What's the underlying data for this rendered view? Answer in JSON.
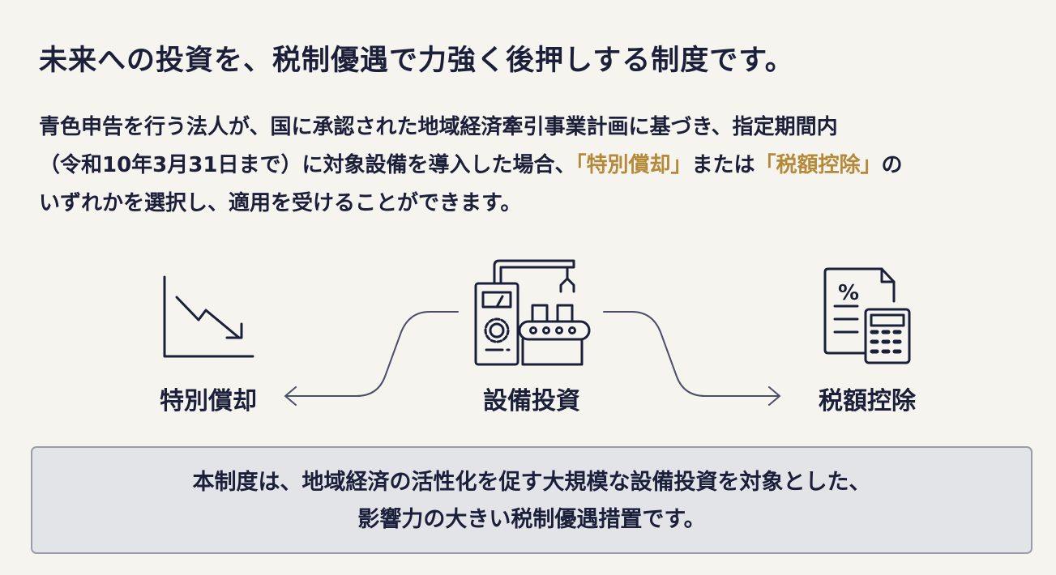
{
  "title": "未来への投資を、税制優遇で力強く後押しする制度です。",
  "paragraph": {
    "line1": "青色申告を行う法人が、国に承認された地域経済牽引事業計画に基づき、指定期間内",
    "line2_a": "（令和10年3月31日まで）に対象設備を導入した場合、",
    "line2_hl1": "「特別償却」",
    "line2_b": "または",
    "line2_hl2": "「税額控除」",
    "line2_c": "の",
    "line3": "いずれかを選択し、適用を受けることができます。"
  },
  "diagram": {
    "left_label": "特別償却",
    "center_label": "設備投資",
    "right_label": "税額控除",
    "left_icon": "declining-chart-icon",
    "center_icon": "factory-machine-icon",
    "right_icon": "tax-document-calculator-icon",
    "percent_symbol": "%"
  },
  "summary": {
    "line1": "本制度は、地域経済の活性化を促す大規模な設備投資を対象とした、",
    "line2": "影響力の大きい税制優遇措置です。"
  },
  "colors": {
    "text": "#1b1f3a",
    "highlight": "#b5893a",
    "background": "#f6f4ef",
    "box": "#e3e4e8"
  }
}
